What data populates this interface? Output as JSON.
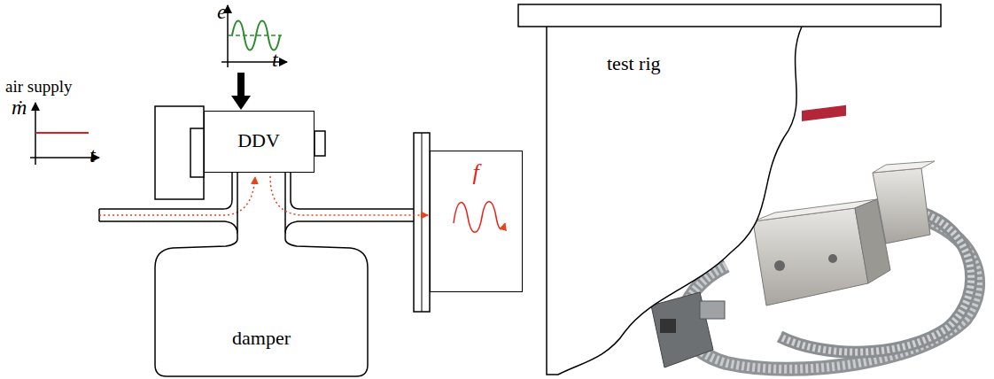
{
  "diagram": {
    "nodes": [
      {
        "text": [
          "DDV"
        ]
      },
      {
        "text": [
          "damper"
        ]
      },
      {
        "text": [
          "f"
        ]
      },
      {
        "text": [
          "test rig"
        ]
      }
    ],
    "edges": [
      {
        "from": 0,
        "to": 1,
        "arrow": "none"
      },
      {
        "from": 0,
        "to": 2,
        "arrow": "to"
      }
    ],
    "labels": [
      "e",
      "t",
      "air supply",
      "ṁ",
      "t"
    ]
  }
}
